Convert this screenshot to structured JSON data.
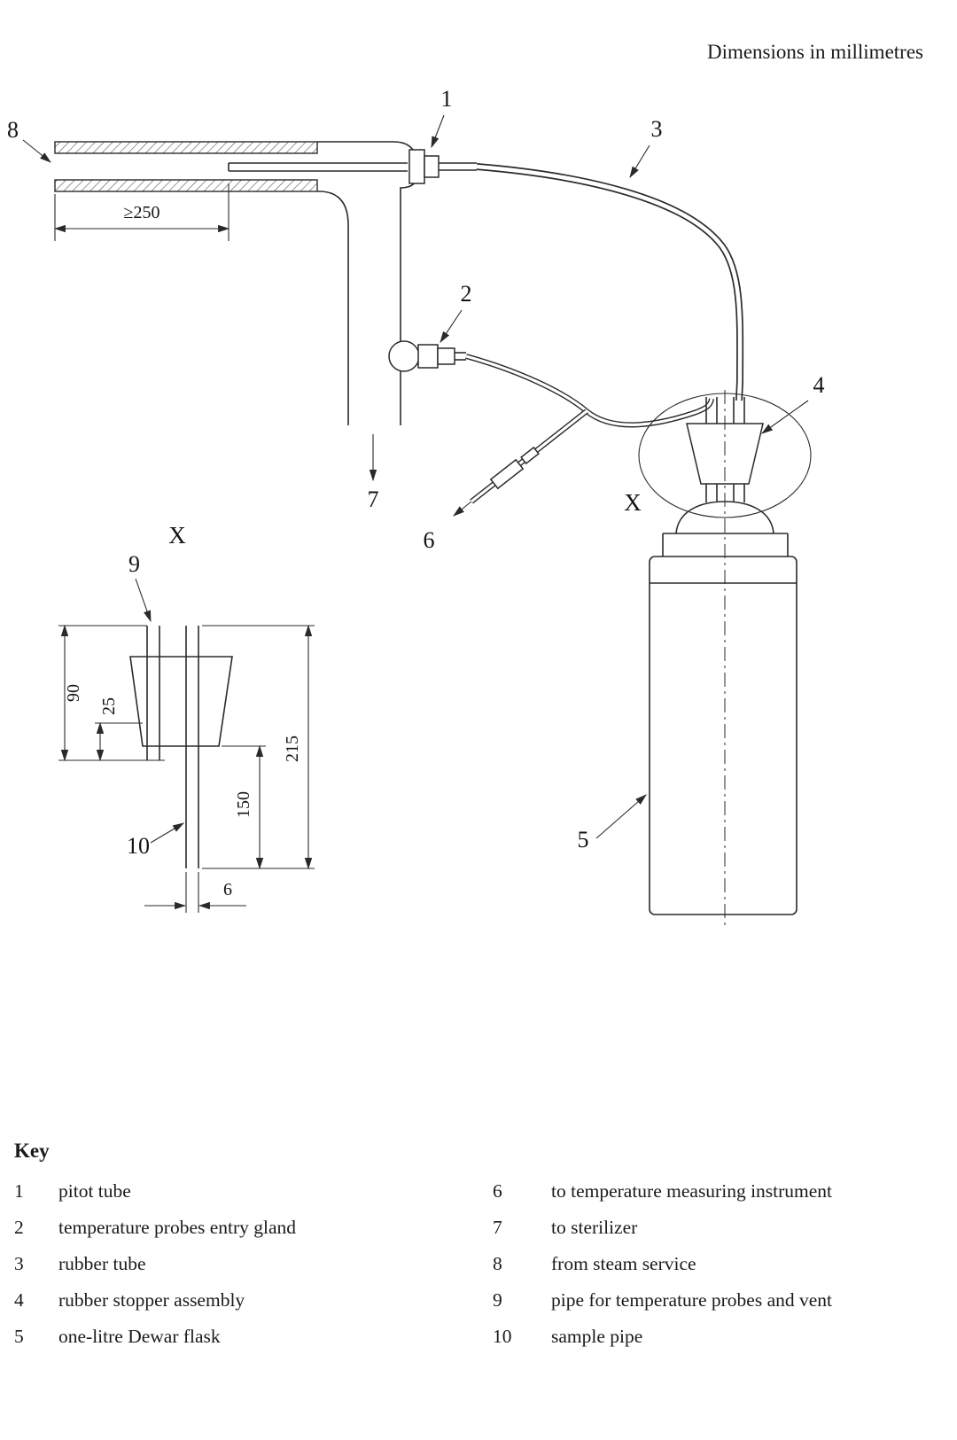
{
  "note": "Dimensions in millimetres",
  "callouts": {
    "c1": "1",
    "c2": "2",
    "c3": "3",
    "c4": "4",
    "c5": "5",
    "c6": "6",
    "c7": "7",
    "c8": "8",
    "c9": "9",
    "c10": "10",
    "detail_marker": "X",
    "detail_title": "X"
  },
  "dimensions": {
    "pipe_min_length": "≥250",
    "stopper_height": "90",
    "probe_pipe_protrusion": "25",
    "overall_depth": "215",
    "sample_pipe_depth": "150",
    "sample_pipe_bore": "6"
  },
  "key": {
    "heading": "Key",
    "items": [
      {
        "num": "1",
        "label": "pitot tube"
      },
      {
        "num": "2",
        "label": "temperature probes entry gland"
      },
      {
        "num": "3",
        "label": "rubber tube"
      },
      {
        "num": "4",
        "label": "rubber stopper assembly"
      },
      {
        "num": "5",
        "label": "one-litre Dewar flask"
      },
      {
        "num": "6",
        "label": "to temperature measuring instrument"
      },
      {
        "num": "7",
        "label": "to sterilizer"
      },
      {
        "num": "8",
        "label": "from steam service"
      },
      {
        "num": "9",
        "label": "pipe for temperature probes and vent"
      },
      {
        "num": "10",
        "label": "sample pipe"
      }
    ]
  }
}
